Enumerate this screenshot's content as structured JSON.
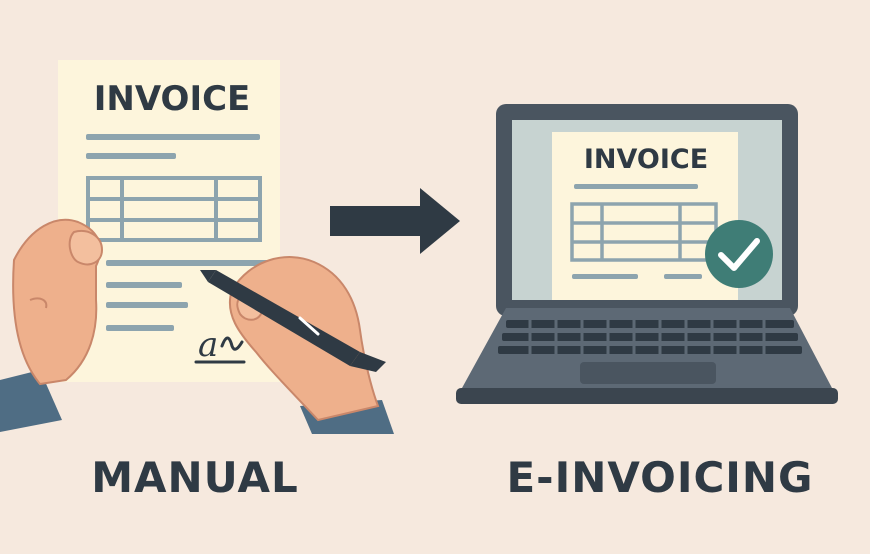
{
  "manual": {
    "doc_title": "INVOICE",
    "caption": "MANUAL",
    "signature": "a"
  },
  "digital": {
    "doc_title": "INVOICE",
    "caption": "E-INVOICING"
  },
  "icons": [
    "hand-holding-paper",
    "hand-with-pen",
    "right-arrow",
    "laptop",
    "check-icon"
  ],
  "colors": {
    "background": "#f6e9de",
    "ink": "#2f3a44",
    "paper": "#fdf5dc",
    "lines": "#8da4ae",
    "skin": "#eeb08c",
    "sleeve": "#4f6d84",
    "laptop": "#4a5560",
    "check": "#3f7d76"
  }
}
